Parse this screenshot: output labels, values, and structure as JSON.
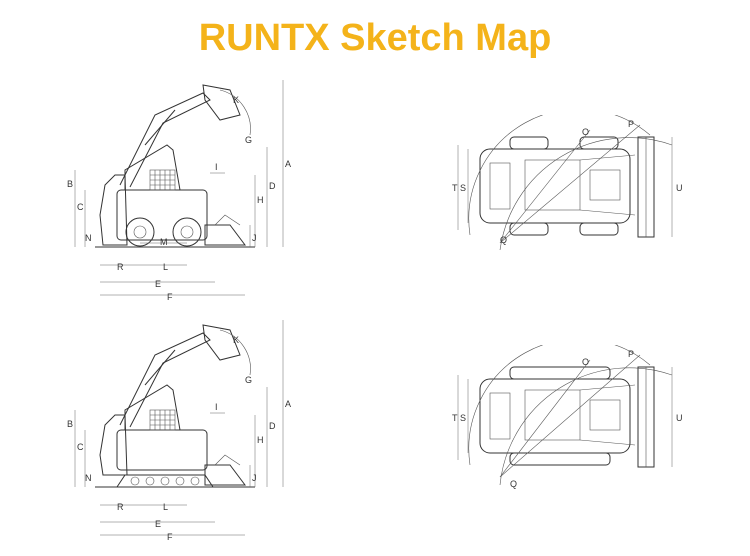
{
  "title": "RUNTX Sketch Map",
  "colors": {
    "title": "#F4B31A",
    "line": "#333333"
  },
  "views": {
    "wheeled_side": {
      "labels": [
        "A",
        "B",
        "C",
        "D",
        "E",
        "F",
        "G",
        "H",
        "I",
        "J",
        "K",
        "L",
        "M",
        "N",
        "R"
      ]
    },
    "wheeled_top": {
      "labels": [
        "O",
        "P",
        "Q",
        "S",
        "T",
        "U"
      ]
    },
    "tracked_side": {
      "labels": [
        "A",
        "B",
        "C",
        "D",
        "E",
        "F",
        "G",
        "H",
        "I",
        "J",
        "K",
        "L",
        "N",
        "R"
      ]
    },
    "tracked_top": {
      "labels": [
        "O",
        "P",
        "Q",
        "S",
        "T",
        "U"
      ]
    }
  }
}
